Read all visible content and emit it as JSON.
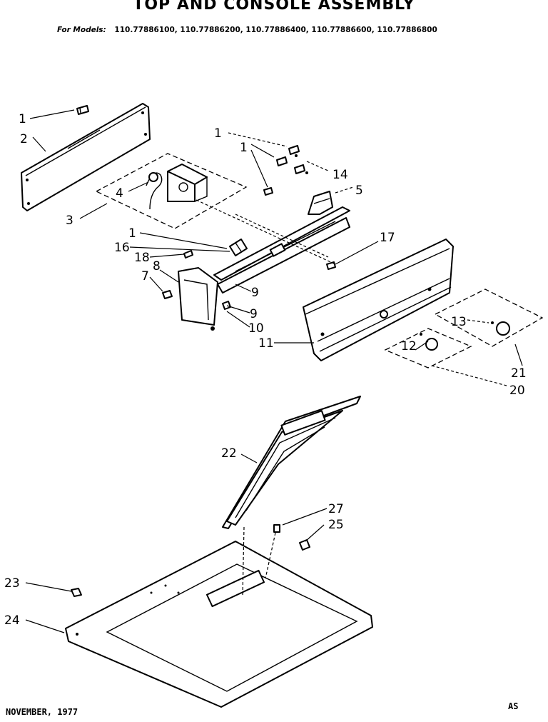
{
  "header": {
    "title": "TOP AND CONSOLE ASSEMBLY",
    "models_label": "For Models:",
    "models": "110.77886100, 110.77886200, 110.77886400, 110.77886600, 110.77886800"
  },
  "footer": {
    "date": "NOVEMBER, 1977",
    "code": "AS"
  },
  "callouts": {
    "c1a": "1",
    "c2": "2",
    "c3": "3",
    "c4": "4",
    "c1b": "1",
    "c1c": "1",
    "c14": "14",
    "c5": "5",
    "c1d": "1",
    "c16": "16",
    "c18": "18",
    "c17": "17",
    "c8": "8",
    "c7": "7",
    "c9a": "9",
    "c9b": "9",
    "c10": "10",
    "c11": "11",
    "c13": "13",
    "c12": "12",
    "c21": "21",
    "c20": "20",
    "c22": "22",
    "c27": "27",
    "c25": "25",
    "c23": "23",
    "c24": "24"
  }
}
